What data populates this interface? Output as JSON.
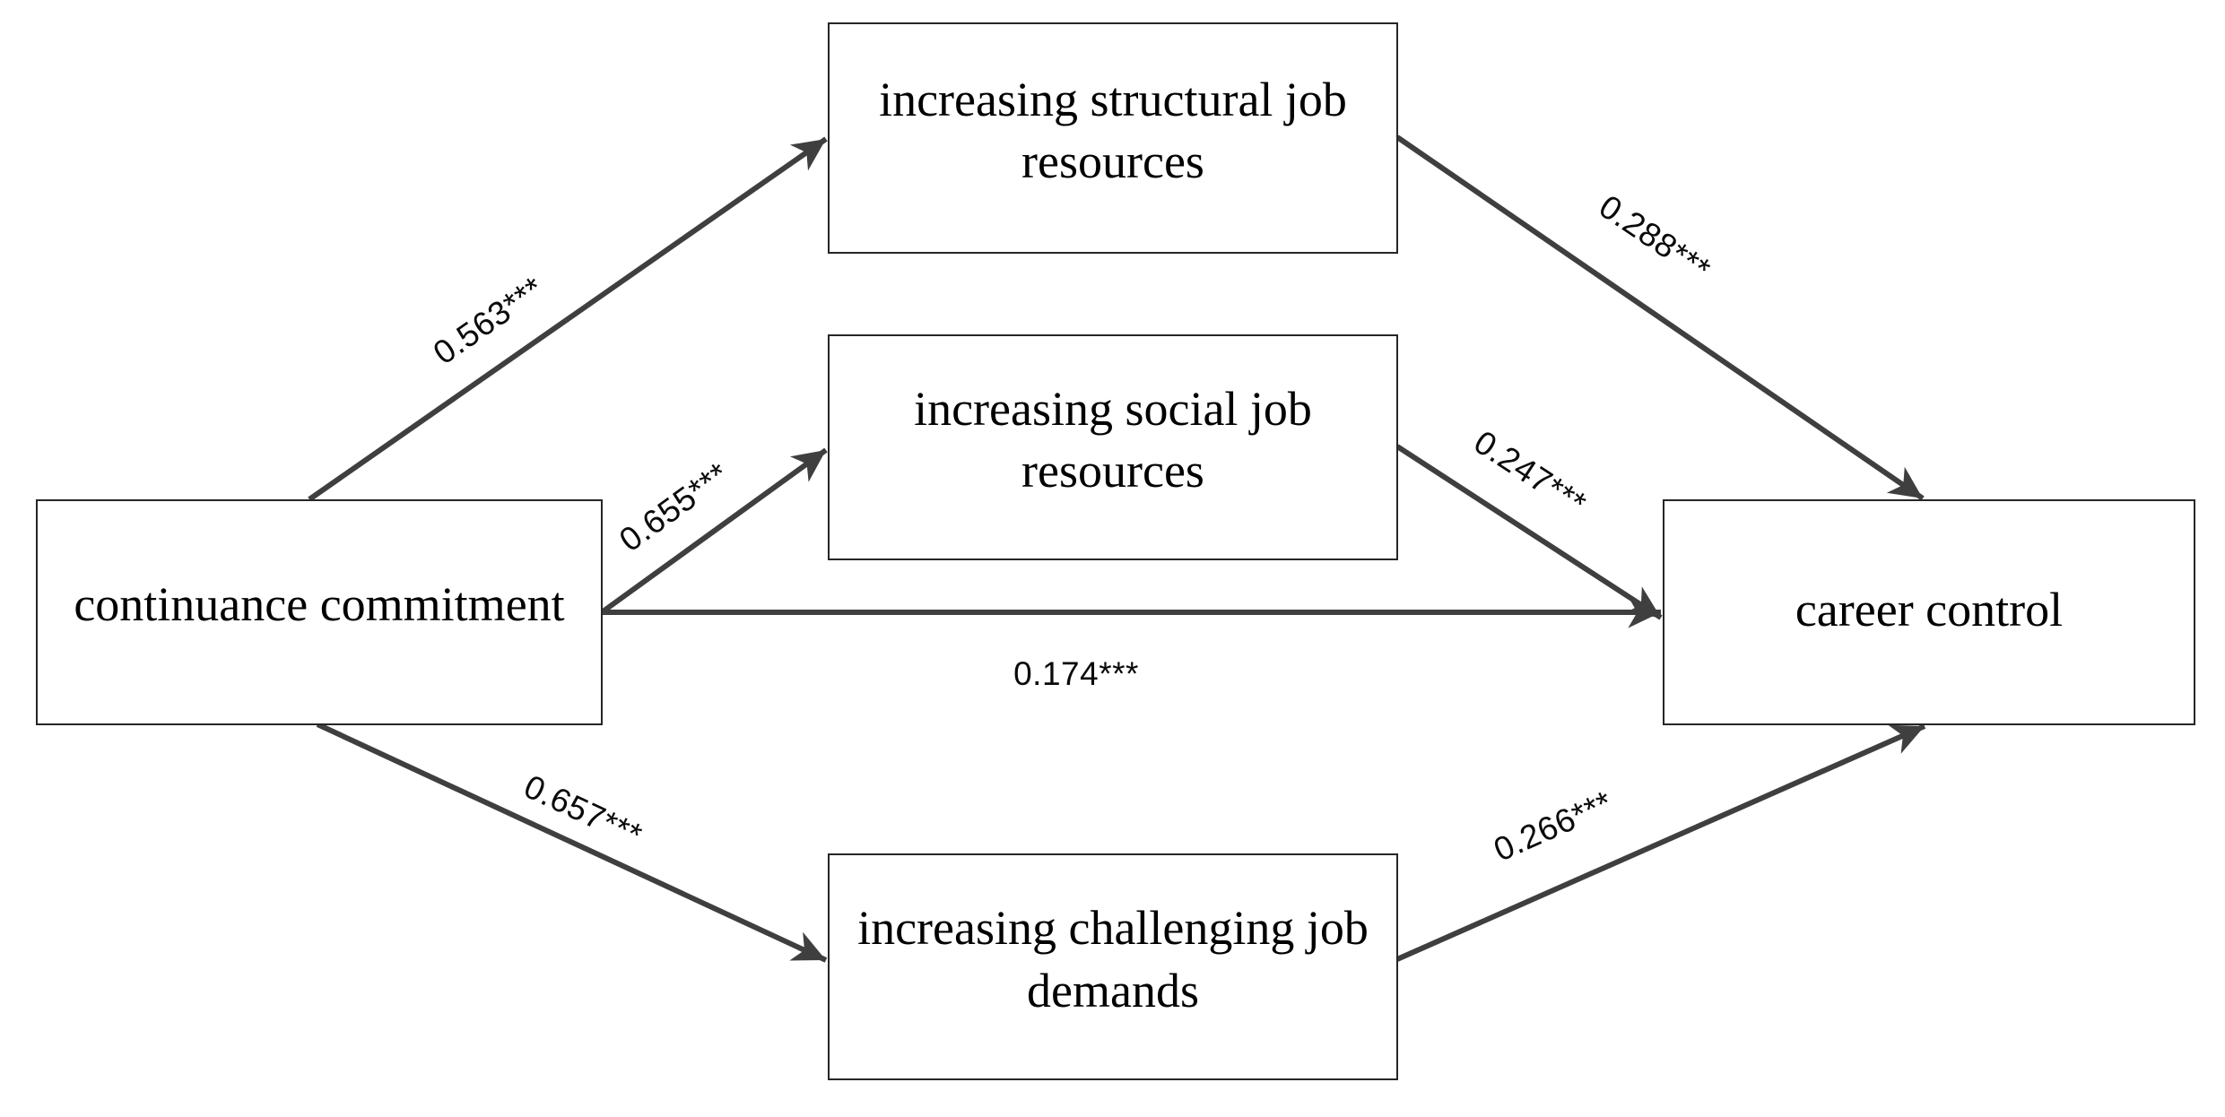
{
  "diagram": {
    "type": "path-model",
    "background_color": "#ffffff",
    "arrow_color": "#3f3f3f",
    "box_border_color": "#262626",
    "text_color": "#000000",
    "nodes": {
      "predictor": {
        "label": "continuance commitment"
      },
      "mediator_top": {
        "label": "increasing structural job resources"
      },
      "mediator_middle": {
        "label": "increasing social job resources"
      },
      "mediator_bottom": {
        "label": "increasing challenging job demands"
      },
      "outcome": {
        "label": "career control"
      }
    },
    "edges": [
      {
        "from": "continuance commitment",
        "to": "increasing structural job resources",
        "label": "0.563***"
      },
      {
        "from": "continuance commitment",
        "to": "increasing social job resources",
        "label": "0.655***"
      },
      {
        "from": "continuance commitment",
        "to": "career control",
        "label": "0.174***"
      },
      {
        "from": "continuance commitment",
        "to": "increasing challenging job demands",
        "label": "0.657***"
      },
      {
        "from": "increasing structural job resources",
        "to": "career control",
        "label": "0.288***"
      },
      {
        "from": "increasing social job resources",
        "to": "career control",
        "label": "0.247***"
      },
      {
        "from": "increasing challenging job demands",
        "to": "career control",
        "label": "0.266***"
      }
    ]
  }
}
